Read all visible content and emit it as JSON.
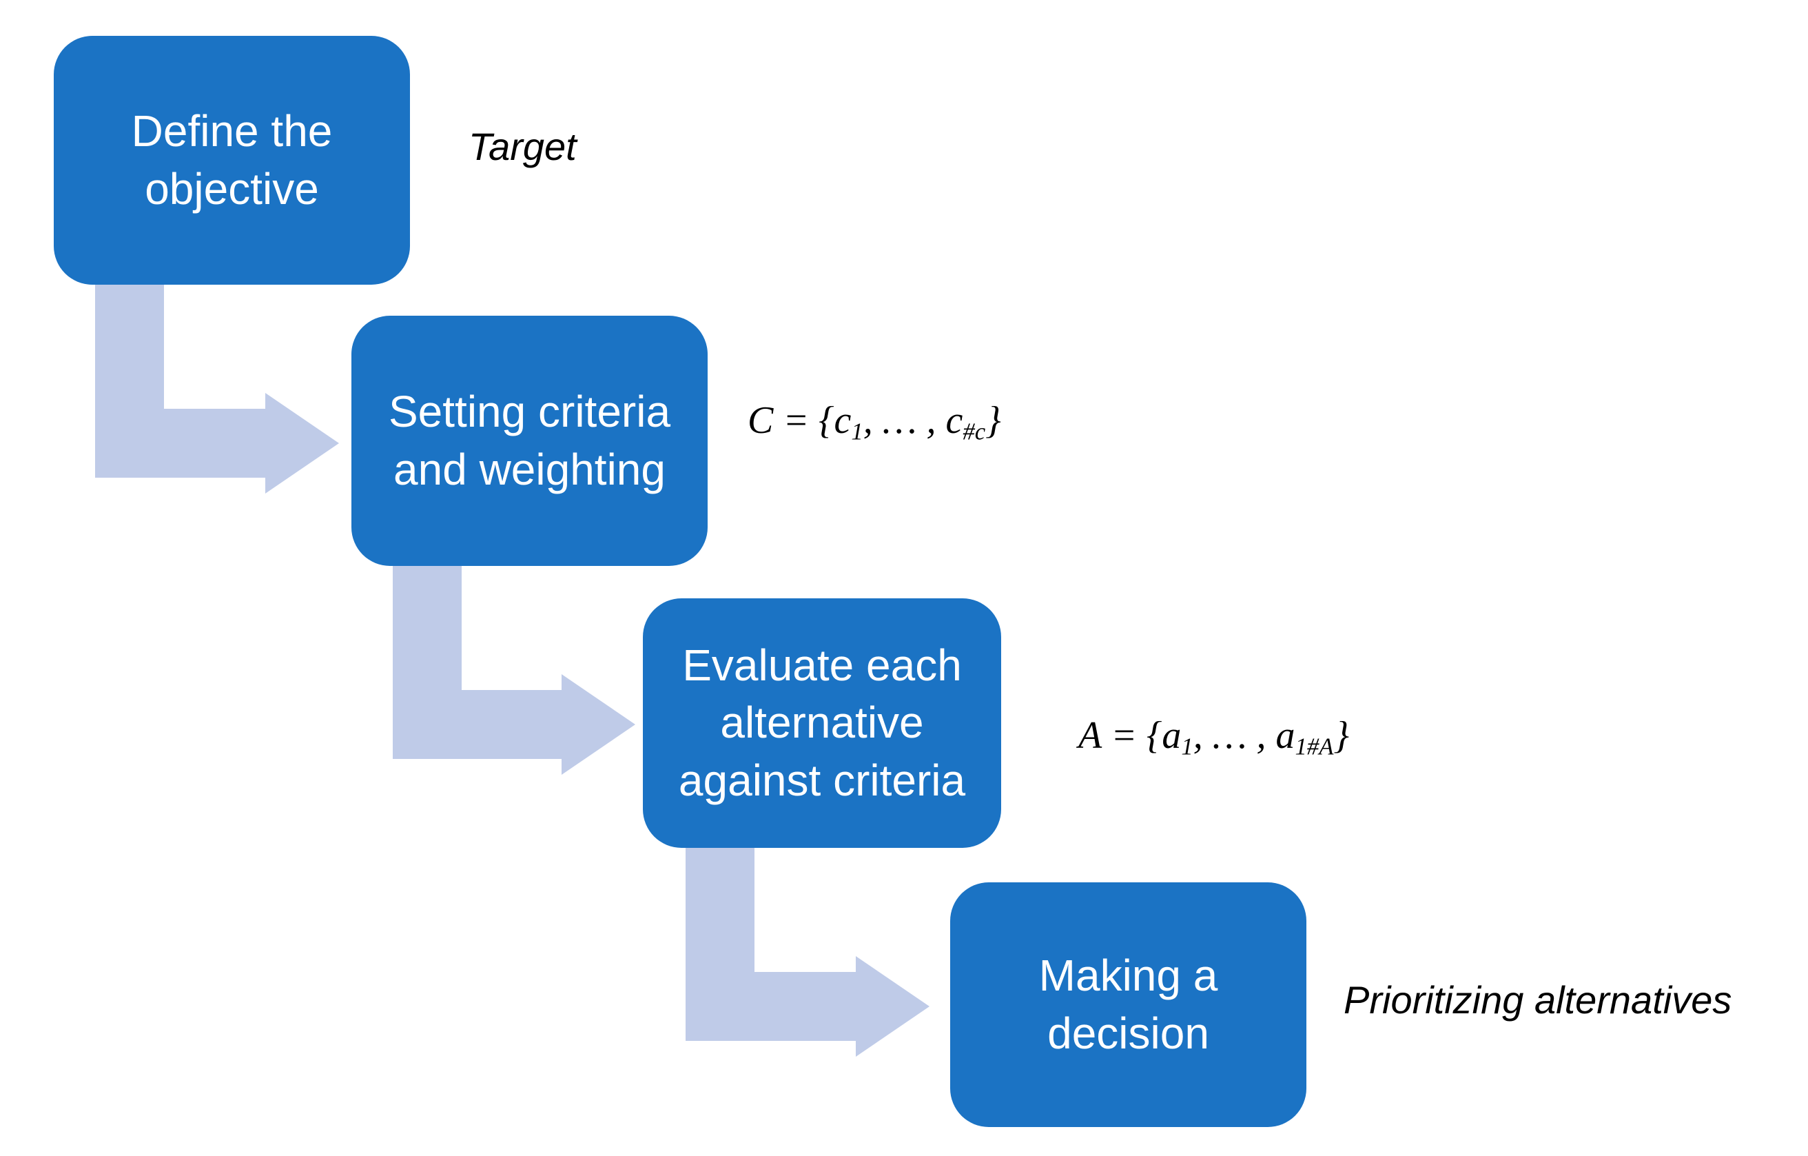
{
  "diagram": {
    "type": "staircase-process-flow",
    "steps": [
      {
        "label": "Define the\nobjective",
        "annotation": "Target"
      },
      {
        "label": "Setting criteria\nand weighting",
        "formula": {
          "plain_text": "C = {c1, … , c#c}",
          "segments": [
            {
              "text": "C = {c",
              "sub": false
            },
            {
              "text": "1",
              "sub": true
            },
            {
              "text": ", … , c",
              "sub": false
            },
            {
              "text": "#c",
              "sub": true
            },
            {
              "text": "}",
              "sub": false
            }
          ]
        }
      },
      {
        "label": "Evaluate each\nalternative\nagainst criteria",
        "formula": {
          "plain_text": "A = {a1, … , a1#A}",
          "segments": [
            {
              "text": "A = {a",
              "sub": false
            },
            {
              "text": "1",
              "sub": true
            },
            {
              "text": ", … , a",
              "sub": false
            },
            {
              "text": "1#A",
              "sub": true
            },
            {
              "text": "}",
              "sub": false
            }
          ]
        }
      },
      {
        "label": "Making a\ndecision",
        "annotation": "Prioritizing alternatives"
      }
    ],
    "connectors": [
      {
        "name": "elbow-arrow-1",
        "from": "Define the objective",
        "to": "Setting criteria and weighting"
      },
      {
        "name": "elbow-arrow-2",
        "from": "Setting criteria and weighting",
        "to": "Evaluate each alternative against criteria"
      },
      {
        "name": "elbow-arrow-3",
        "from": "Evaluate each alternative against criteria",
        "to": "Making a decision"
      }
    ]
  },
  "colors": {
    "box_fill": "#1b73c4",
    "box_text": "#ffffff",
    "arrow_fill": "#bfcbe8",
    "annotation_text": "#000000",
    "background": "#ffffff"
  }
}
